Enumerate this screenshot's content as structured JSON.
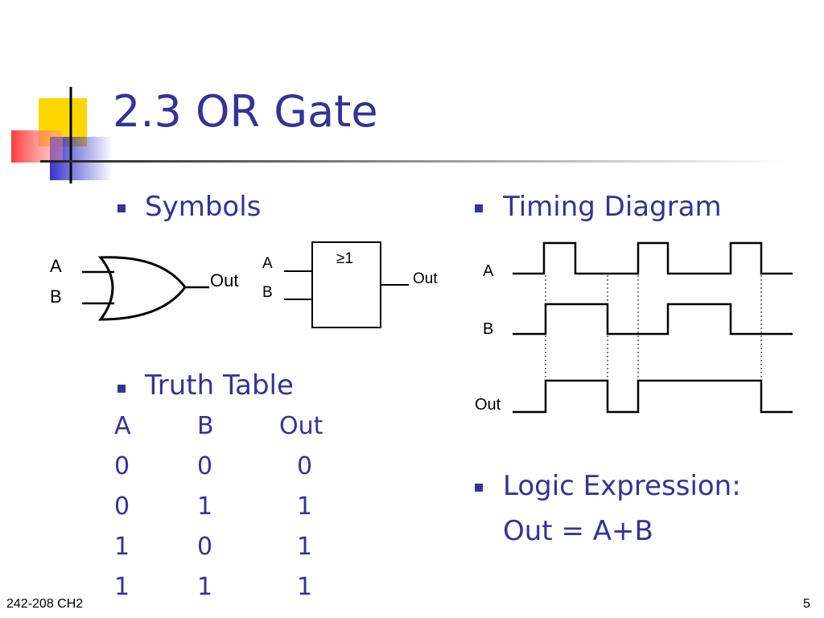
{
  "slide": {
    "title": "2.3 OR Gate",
    "colors": {
      "title": "#333399",
      "deco_yellow": "#FFD700",
      "deco_red": "#FF3B3B",
      "deco_blue": "#3333CC"
    },
    "sections": {
      "symbols": "Symbols",
      "timing": "Timing Diagram",
      "truth": "Truth Table",
      "logic": "Logic Expression:"
    },
    "expression": "Out = A+B",
    "gate": {
      "in_a": "A",
      "in_b": "B",
      "out": "Out"
    },
    "iec": {
      "symbol": "≥1",
      "in_a": "A",
      "in_b": "B",
      "out": "Out"
    },
    "timing": {
      "label_a": "A",
      "label_b": "B",
      "label_out": "Out"
    },
    "truth_table": {
      "headers": [
        "A",
        "B",
        "Out"
      ],
      "rows": [
        [
          "0",
          "0",
          "0"
        ],
        [
          "0",
          "1",
          "1"
        ],
        [
          "1",
          "0",
          "1"
        ],
        [
          "1",
          "1",
          "1"
        ]
      ]
    },
    "footer": {
      "course": "242-208 CH2",
      "page": "5"
    }
  }
}
